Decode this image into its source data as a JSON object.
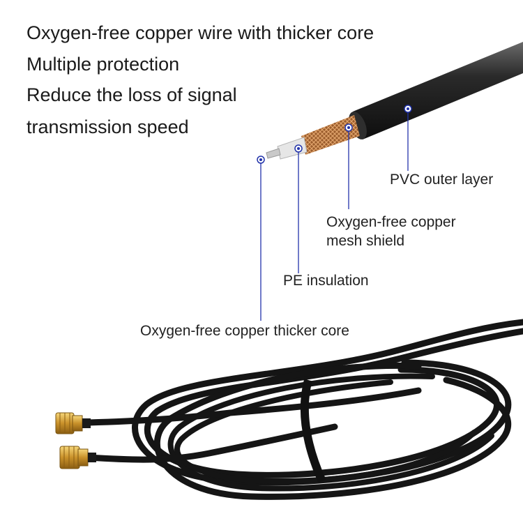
{
  "features": [
    "Oxygen-free copper wire with thicker core",
    "Multiple protection",
    "Reduce the loss of signal",
    "transmission speed"
  ],
  "callouts": {
    "pvc_outer_layer": "PVC outer layer",
    "mesh_shield_line1": "Oxygen-free copper",
    "mesh_shield_line2": "mesh shield",
    "pe_insulation": "PE insulation",
    "thicker_core": "Oxygen-free copper thicker core"
  },
  "colors": {
    "leader_line": "#2233aa",
    "cable_jacket": "#1c1c1c",
    "copper_braid": "#b8763f",
    "connector_gold": "#d4a02a"
  }
}
